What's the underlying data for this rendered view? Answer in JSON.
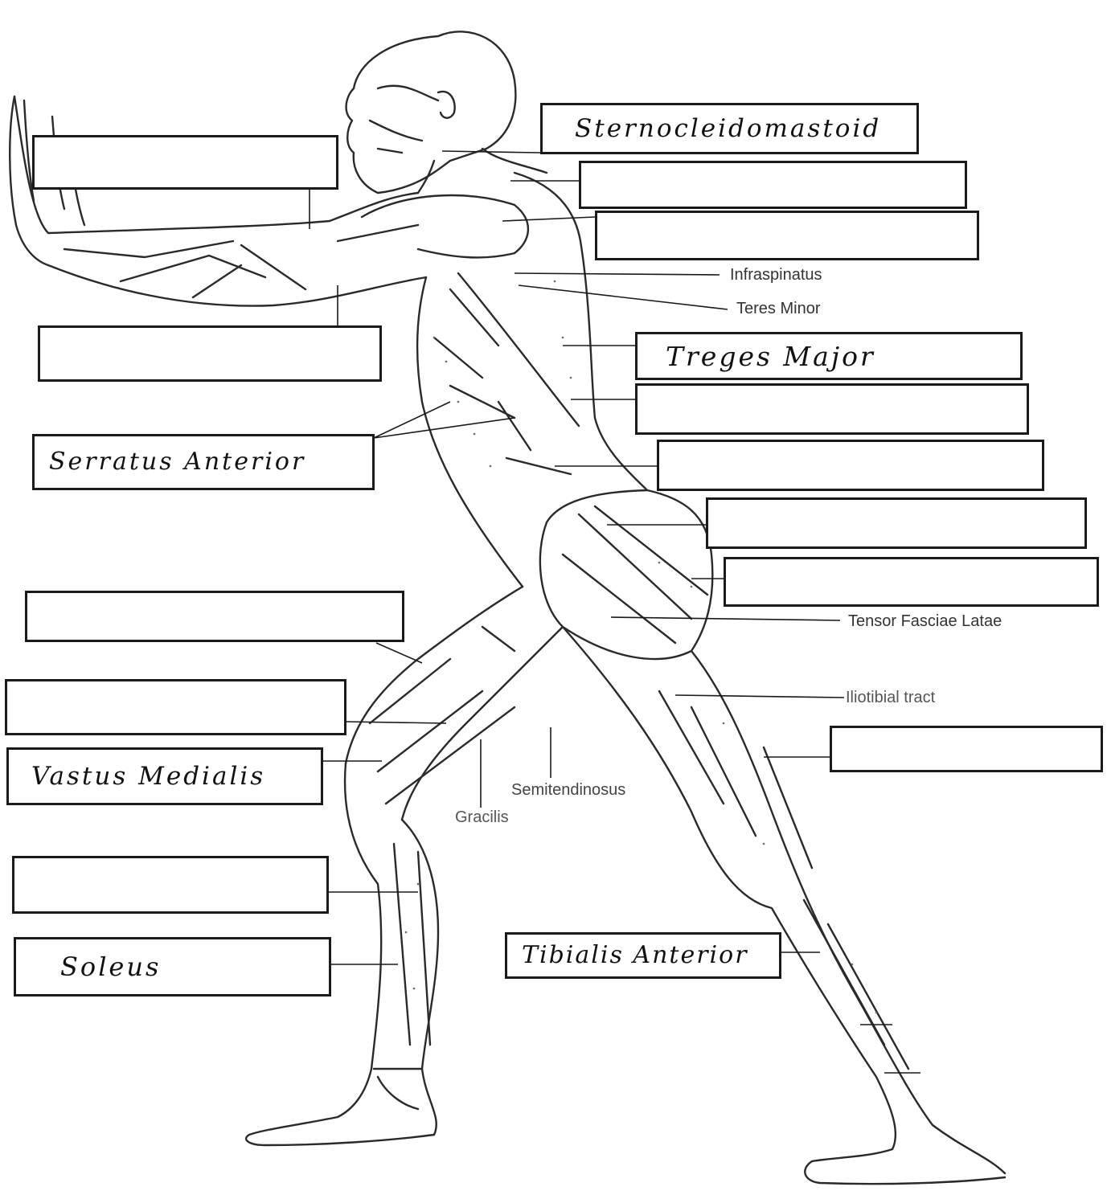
{
  "boxes": {
    "sternocleidomastoid": "Sternocleidomastoid",
    "right_2": "",
    "right_3": "",
    "teres_major": "Treges Major",
    "right_5": "",
    "right_6": "",
    "right_7": "",
    "right_8": "",
    "right_leg": "",
    "tibialis_anterior": "Tibialis Anterior",
    "left_1": "",
    "left_2": "",
    "serratus_anterior": "Serratus Anterior",
    "left_4": "",
    "left_5": "",
    "vastus_medialis": "Vastus Medialis",
    "left_7": "",
    "soleus": "Soleus"
  },
  "printed_labels": {
    "infraspinatus": "Infraspinatus",
    "teres_minor": "Teres Minor",
    "tensor_fasciae_latae": "Tensor Fasciae Latae",
    "iliotibial_tract": "Iliotibial tract",
    "semitendinosus": "Semitendinosus",
    "gracilis": "Gracilis"
  },
  "colors": {
    "line": "#1a1a1a",
    "figure_stroke": "#2a2a2a",
    "hatch": "#6a6a6a"
  }
}
